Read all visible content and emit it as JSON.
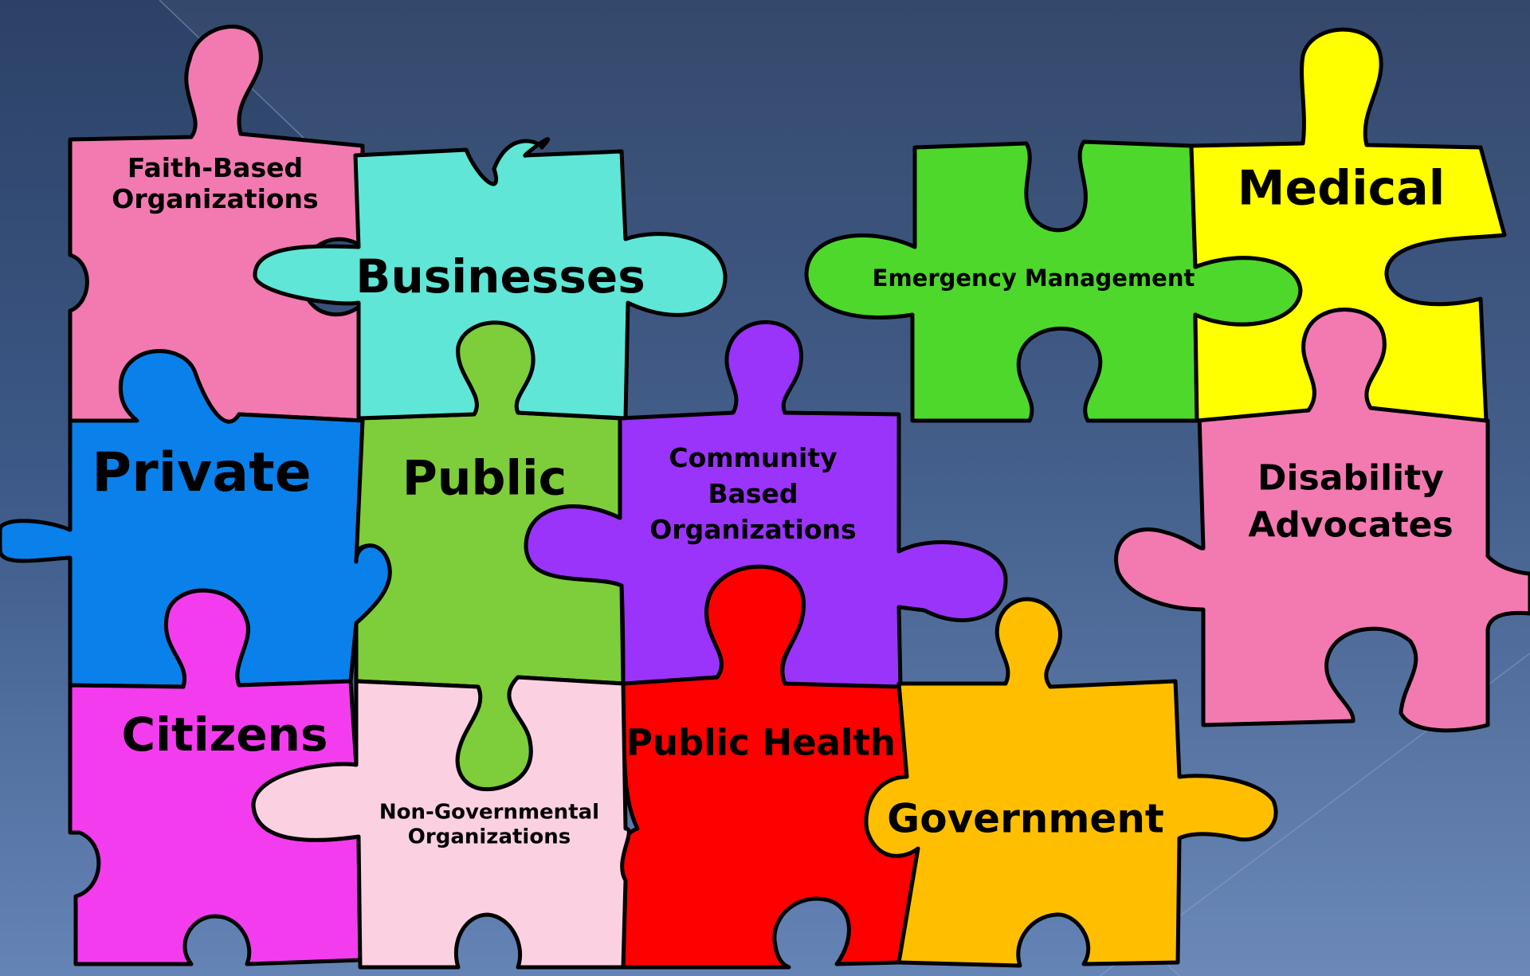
{
  "colors": {
    "background": "#3d5a86",
    "outline": "#000000",
    "faith": "#f27ab1",
    "businesses": "#5fe6d6",
    "private": "#0a80ea",
    "public": "#7ecd3a",
    "community": "#9a34fb",
    "citizens": "#f43cef",
    "ngo": "#fbd1e2",
    "public_health": "#ff0000",
    "government": "#ffbf00",
    "emergency": "#4ed82b",
    "medical": "#ffff00",
    "disability": "#f27ab1"
  },
  "pieces": {
    "faith": {
      "lines": [
        "Faith-Based",
        "Organizations"
      ]
    },
    "businesses": {
      "label": "Businesses"
    },
    "private": {
      "label": "Private"
    },
    "public": {
      "label": "Public"
    },
    "community": {
      "lines": [
        "Community",
        "Based",
        "Organizations"
      ]
    },
    "citizens": {
      "label": "Citizens"
    },
    "ngo": {
      "lines": [
        "Non-Governmental",
        "Organizations"
      ]
    },
    "public_health": {
      "label": "Public Health"
    },
    "government": {
      "label": "Government"
    },
    "emergency": {
      "label": "Emergency Management"
    },
    "medical": {
      "label": "Medical"
    },
    "disability": {
      "lines": [
        "Disability",
        "Advocates"
      ]
    }
  }
}
